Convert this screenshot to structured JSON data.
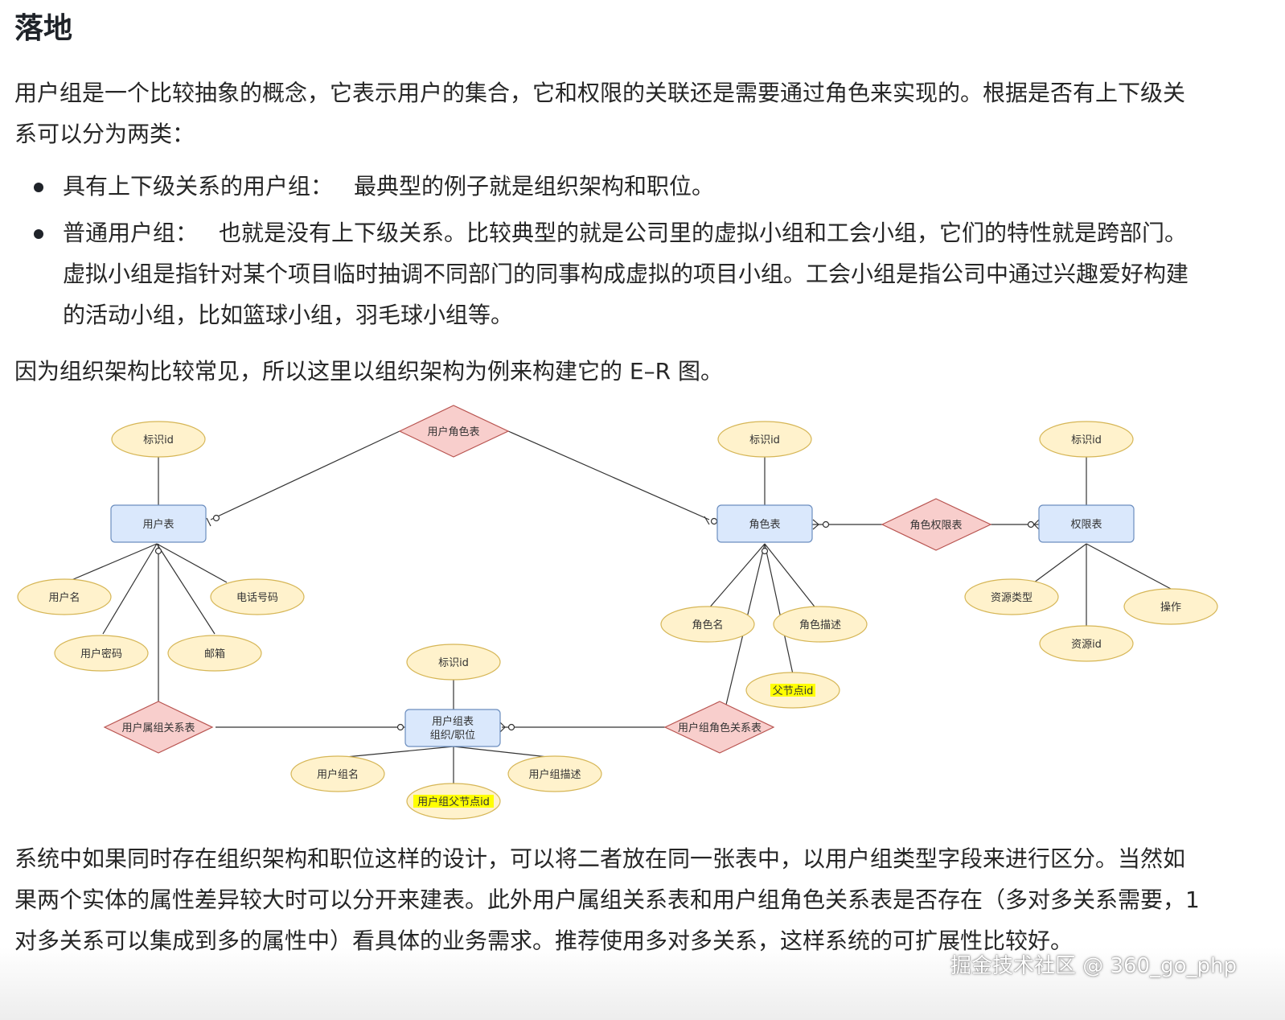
{
  "heading": "落地",
  "intro": "用户组是一个比较抽象的概念，它表示用户的集合，它和权限的关联还是需要通过角色来实现的。根据是否有上下级关系可以分为两类：",
  "bullets": [
    {
      "term": "具有上下级关系的用户组：",
      "text": "最典型的例子就是组织架构和职位。"
    },
    {
      "term": "普通用户组：",
      "text": "也就是没有上下级关系。比较典型的就是公司里的虚拟小组和工会小组，它们的特性就是跨部门。虚拟小组是指针对某个项目临时抽调不同部门的同事构成虚拟的项目小组。工会小组是指公司中通过兴趣爱好构建的活动小组，比如篮球小组，羽毛球小组等。"
    }
  ],
  "er_intro": "因为组织架构比较常见，所以这里以组织架构为例来构建它的 E–R 图。",
  "diagram": {
    "entities": {
      "user": "用户表",
      "role": "角色表",
      "perm": "权限表",
      "group_line1": "用户组表",
      "group_line2": "组织/职位"
    },
    "relations": {
      "user_role": "用户角色表",
      "role_perm": "角色权限表",
      "user_group": "用户属组关系表",
      "group_role": "用户组角色关系表"
    },
    "attributes": {
      "user_id": "标识id",
      "user_name": "用户名",
      "user_pwd": "用户密码",
      "user_email": "邮箱",
      "user_phone": "电话号码",
      "role_id": "标识id",
      "role_name": "角色名",
      "role_desc": "角色描述",
      "role_parent": "父节点id",
      "perm_id": "标识id",
      "perm_restype": "资源类型",
      "perm_resid": "资源id",
      "perm_op": "操作",
      "group_id": "标识id",
      "group_name": "用户组名",
      "group_desc": "用户组描述",
      "group_parent": "用户组父节点id"
    },
    "colors": {
      "entity_fill": "#dae8fc",
      "entity_stroke": "#6c8ebf",
      "attr_fill": "#fff2cc",
      "attr_stroke": "#d6b656",
      "rel_fill": "#f8cecc",
      "rel_stroke": "#b85450",
      "highlight": "#ffff00"
    }
  },
  "conclusion": "系统中如果同时存在组织架构和职位这样的设计，可以将二者放在同一张表中，以用户组类型字段来进行区分。当然如果两个实体的属性差异较大时可以分开来建表。此外用户属组关系表和用户组角色关系表是否存在（多对多关系需要，1对多关系可以集成到多的属性中）看具体的业务需求。推荐使用多对多关系，这样系统的可扩展性比较好。",
  "watermark": "掘金技术社区 @ 360_go_php"
}
